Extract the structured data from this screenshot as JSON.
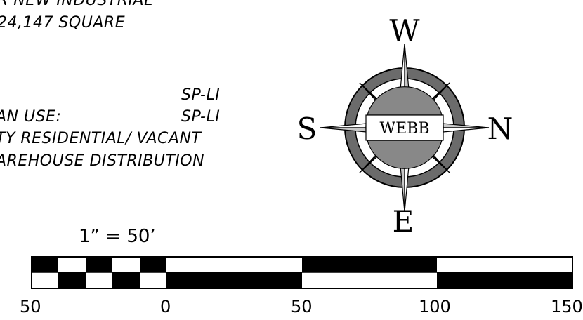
{
  "notes": {
    "lines": [
      "R NEW INDUSTRIAL",
      "24,147 SQUARE",
      "SP-LI",
      "AN USE:",
      "SP-LI",
      "TY RESIDENTIAL/ VACANT",
      "AREHOUSE DISTRIBUTION"
    ]
  },
  "compass": {
    "top_label": "W",
    "bottom_label": "E",
    "left_label": "S",
    "right_label": "N",
    "center_label": "WEBB",
    "colors": {
      "ring": "#6b6b6b",
      "star": "#c9c9c9",
      "star_stroke": "#000000",
      "center_band": "#888888"
    }
  },
  "scale_bar": {
    "title": "1” = 50’",
    "ticks": [
      "50",
      "0",
      "50",
      "100",
      "150"
    ]
  }
}
